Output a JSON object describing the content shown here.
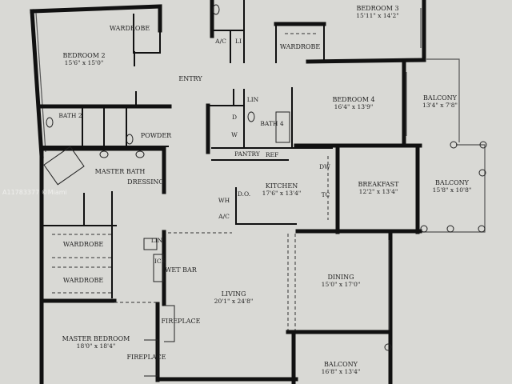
{
  "watermark": "A11783377 ©Miami",
  "colors": {
    "background": "#d9d9d5",
    "walls": "#111111"
  },
  "rooms": {
    "bedroom2": {
      "name": "BEDROOM 2",
      "size": "15'6\" x 15'0\""
    },
    "bedroom3": {
      "name": "BEDROOM 3",
      "size": "15'11\" x 14'2\""
    },
    "bedroom4": {
      "name": "BEDROOM 4",
      "size": "16'4\" x 13'9\""
    },
    "balcony1": {
      "name": "BALCONY",
      "size": "13'4\" x 7'8\""
    },
    "balcony2": {
      "name": "BALCONY",
      "size": "15'8\" x 10'8\""
    },
    "balcony3": {
      "name": "BALCONY",
      "size": "16'8\" x 13'4\""
    },
    "kitchen": {
      "name": "KITCHEN",
      "size": "17'6\" x 13'4\""
    },
    "breakfast": {
      "name": "BREAKFAST",
      "size": "12'2\" x 13'4\""
    },
    "living": {
      "name": "LIVING",
      "size": "20'1\" x 24'8\""
    },
    "dining": {
      "name": "DINING",
      "size": "15'0\" x 17'0\""
    },
    "master_bedroom": {
      "name": "MASTER BEDROOM",
      "size": "18'0\" x 18'4\""
    },
    "entry": {
      "name": "ENTRY"
    }
  },
  "labels": {
    "wardrobe": "WARDROBE",
    "ac": "A/C",
    "li": "LI",
    "lin": "LIN",
    "bath2": "BATH 2",
    "bath4": "BATH 4",
    "powder": "POWDER",
    "master_bath": "MASTER BATH",
    "dressing": "DRESSING",
    "pantry": "PANTRY",
    "ref": "REF",
    "dw": "DW",
    "tc": "TC",
    "wh": "WH",
    "do": "D.O.",
    "d": "D",
    "w": "W",
    "ice": "ICE",
    "wet_bar": "WET BAR",
    "fireplace": "FIREPLACE"
  }
}
